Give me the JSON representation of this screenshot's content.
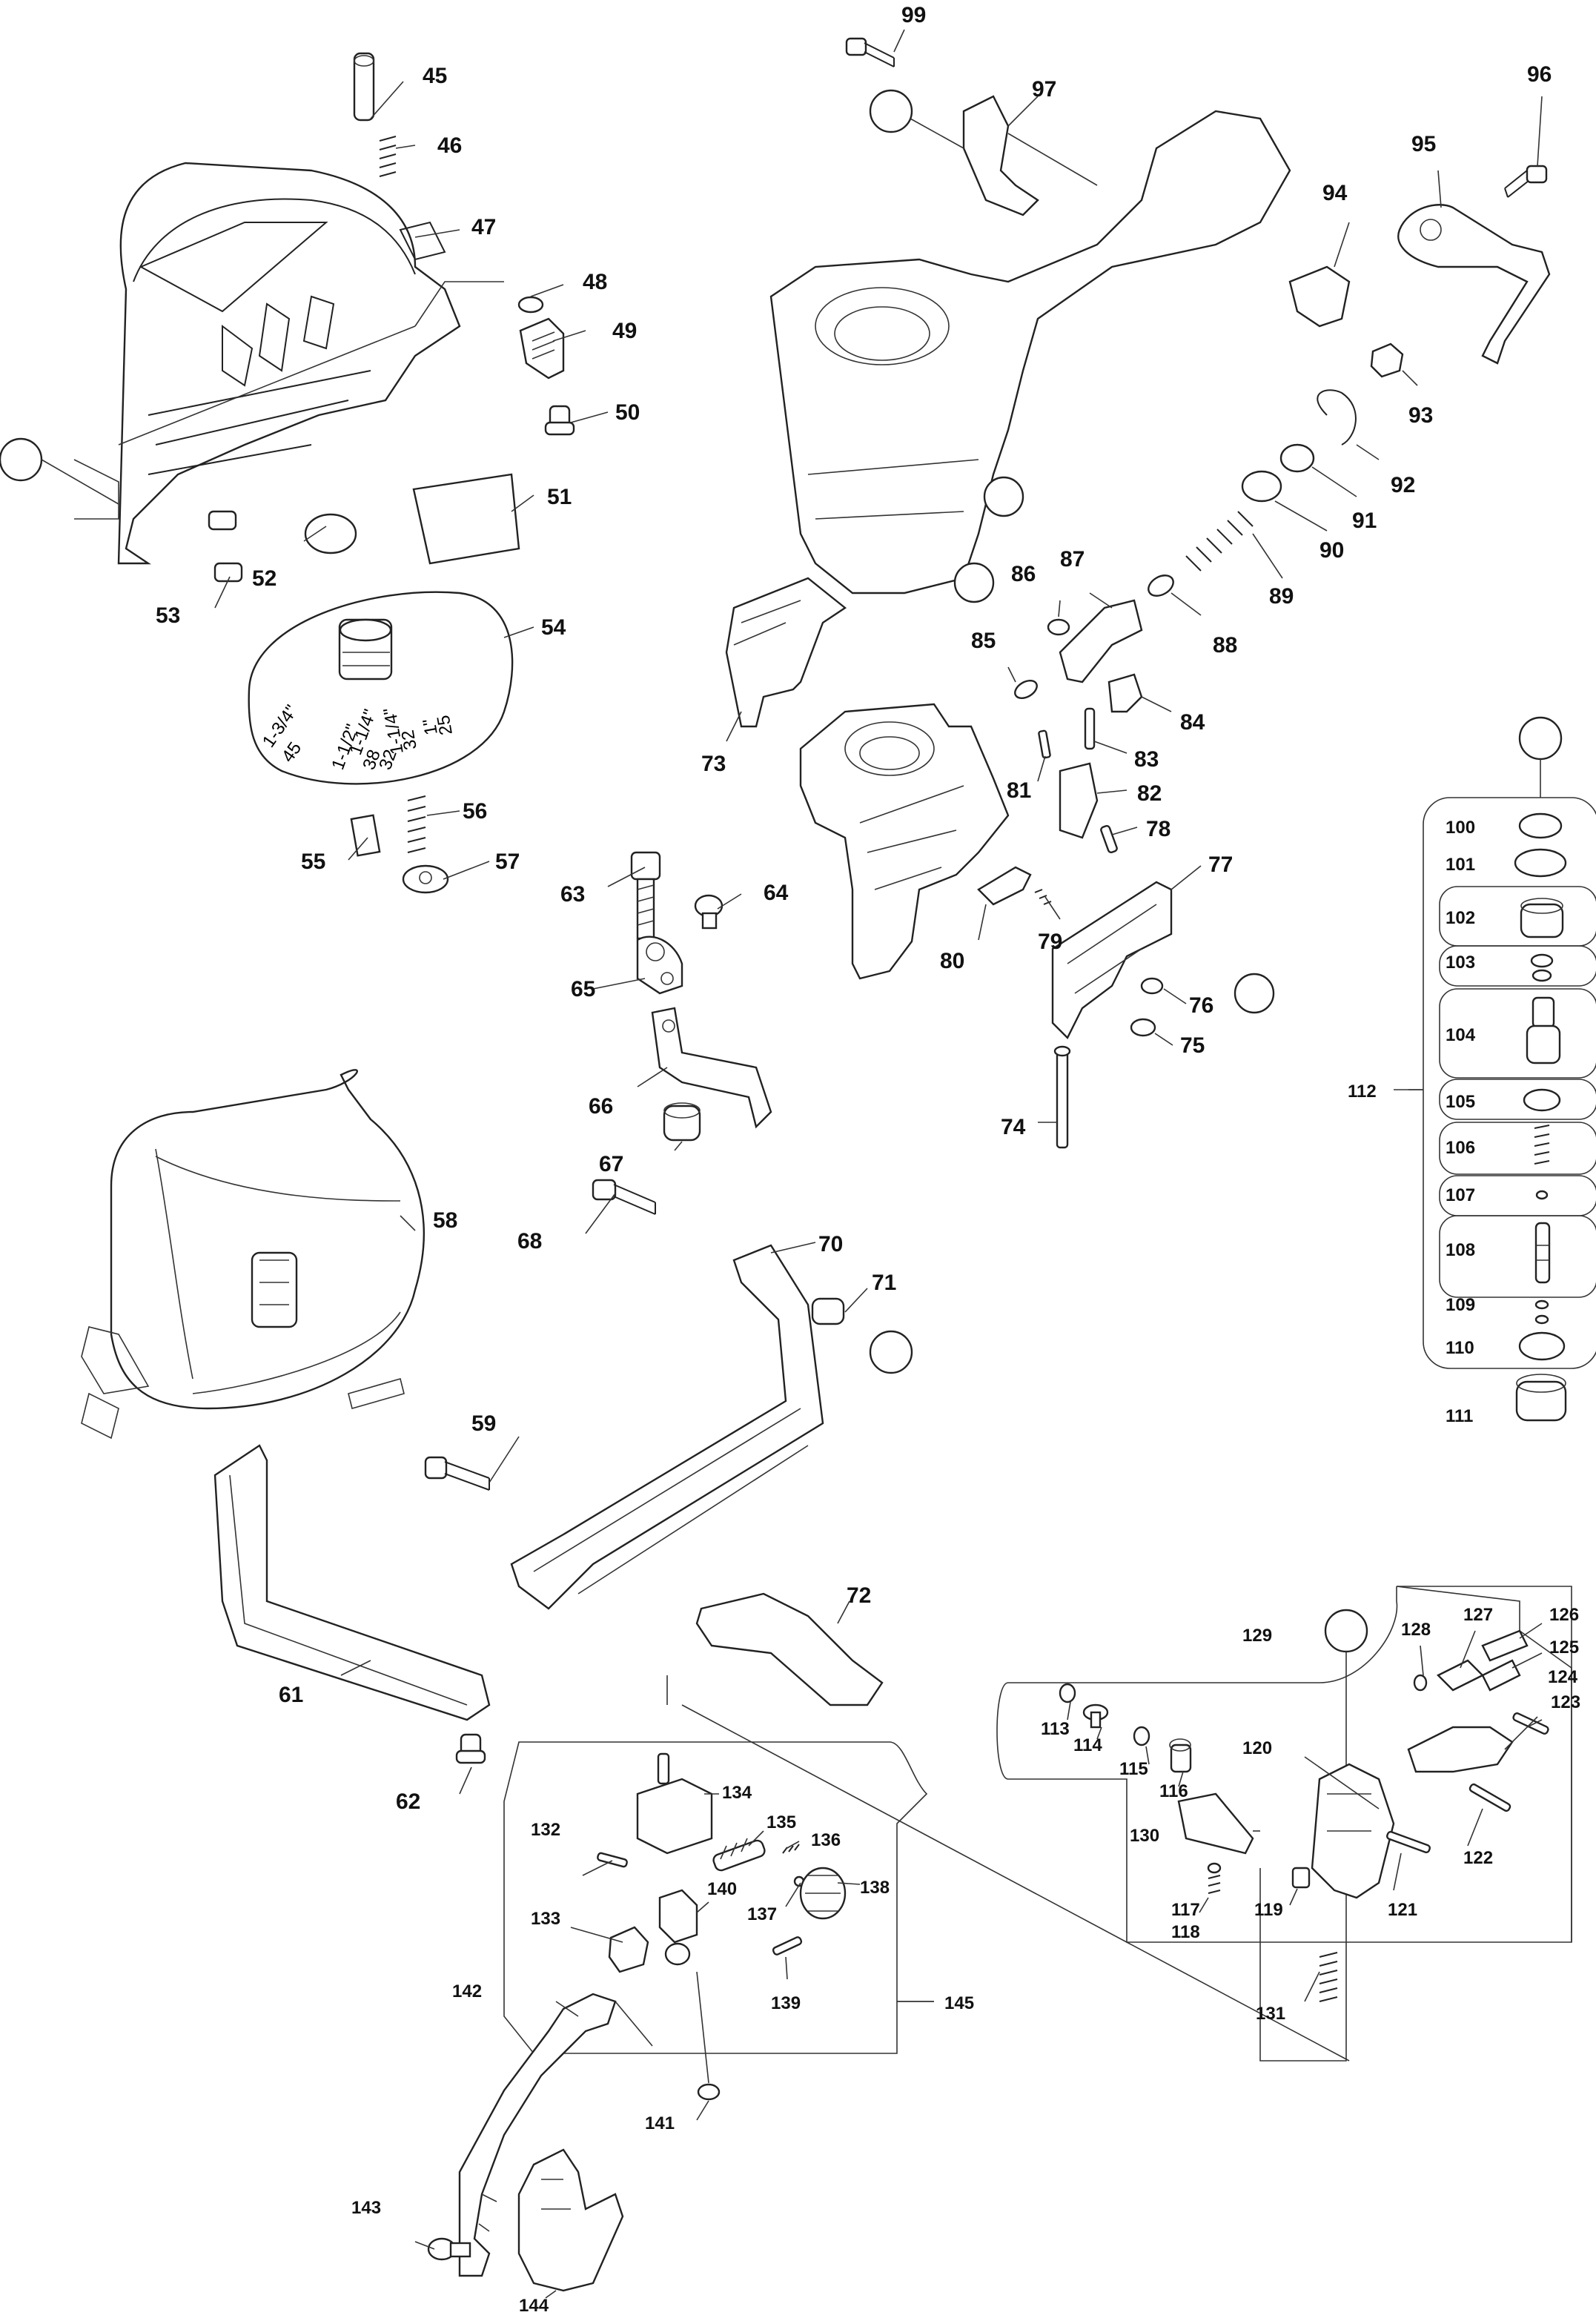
{
  "diagram": {
    "labels": {
      "p45": "45",
      "p46": "46",
      "p47": "47",
      "p48": "48",
      "p49": "49",
      "p50": "50",
      "p51": "51",
      "p52": "52",
      "p53": "53",
      "p54": "54",
      "p55": "55",
      "p56": "56",
      "p57": "57",
      "p58": "58",
      "p59": "59",
      "p61": "61",
      "p62": "62",
      "p63": "63",
      "p64": "64",
      "p65": "65",
      "p66": "66",
      "p67": "67",
      "p68": "68",
      "p70": "70",
      "p71": "71",
      "p72": "72",
      "p73": "73",
      "p74": "74",
      "p75": "75",
      "p76": "76",
      "p77": "77",
      "p78": "78",
      "p79": "79",
      "p80": "80",
      "p81": "81",
      "p82": "82",
      "p83": "83",
      "p84": "84",
      "p85": "85",
      "p86": "86",
      "p87": "87",
      "p88": "88",
      "p89": "89",
      "p90": "90",
      "p91": "91",
      "p92": "92",
      "p93": "93",
      "p94": "94",
      "p95": "95",
      "p96": "96",
      "p97": "97",
      "p99": "99",
      "p100": "100",
      "p101": "101",
      "p102": "102",
      "p103": "103",
      "p104": "104",
      "p105": "105",
      "p106": "106",
      "p107": "107",
      "p108": "108",
      "p109": "109",
      "p110": "110",
      "p111": "111",
      "p112": "112",
      "p113": "113",
      "p114": "114",
      "p115": "115",
      "p116": "116",
      "p117": "117",
      "p118": "118",
      "p119": "119",
      "p120": "120",
      "p121": "121",
      "p122": "122",
      "p123": "123",
      "p124": "124",
      "p125": "125",
      "p126": "126",
      "p127": "127",
      "p128": "128",
      "p129": "129",
      "p130": "130",
      "p131": "131",
      "p132": "132",
      "p133": "133",
      "p134": "134",
      "p135": "135",
      "p136": "136",
      "p137": "137",
      "p138": "138",
      "p139": "139",
      "p140": "140",
      "p141": "141",
      "p142": "142",
      "p143": "143",
      "p144": "144",
      "p145": "145"
    },
    "dial_markings": [
      "1-3/4\"",
      "45",
      "1-1/2\"",
      "1-1/4\"",
      "38",
      "32",
      "1-1/4\"",
      "32",
      "1\"",
      "25"
    ]
  }
}
